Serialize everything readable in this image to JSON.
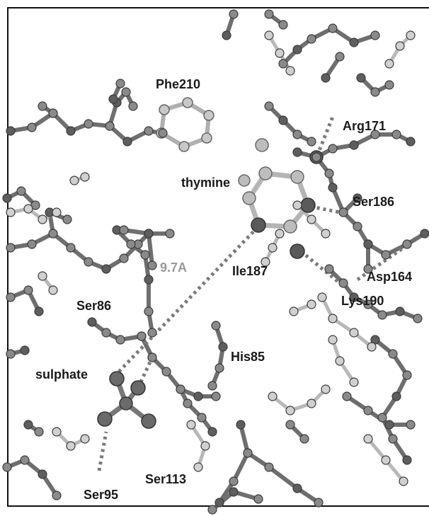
{
  "figure": {
    "labels": {
      "phe210": "Phe210",
      "arg171": "Arg171",
      "thymine": "thymine",
      "ser186": "Ser186",
      "ile187": "Ile187",
      "asp164": "Asp164",
      "lys190": "Lys190",
      "ser86": "Ser86",
      "his85": "His85",
      "sulphate": "sulphate",
      "ser113": "Ser113",
      "ser95": "Ser95"
    },
    "distance_label": "9.7A"
  }
}
